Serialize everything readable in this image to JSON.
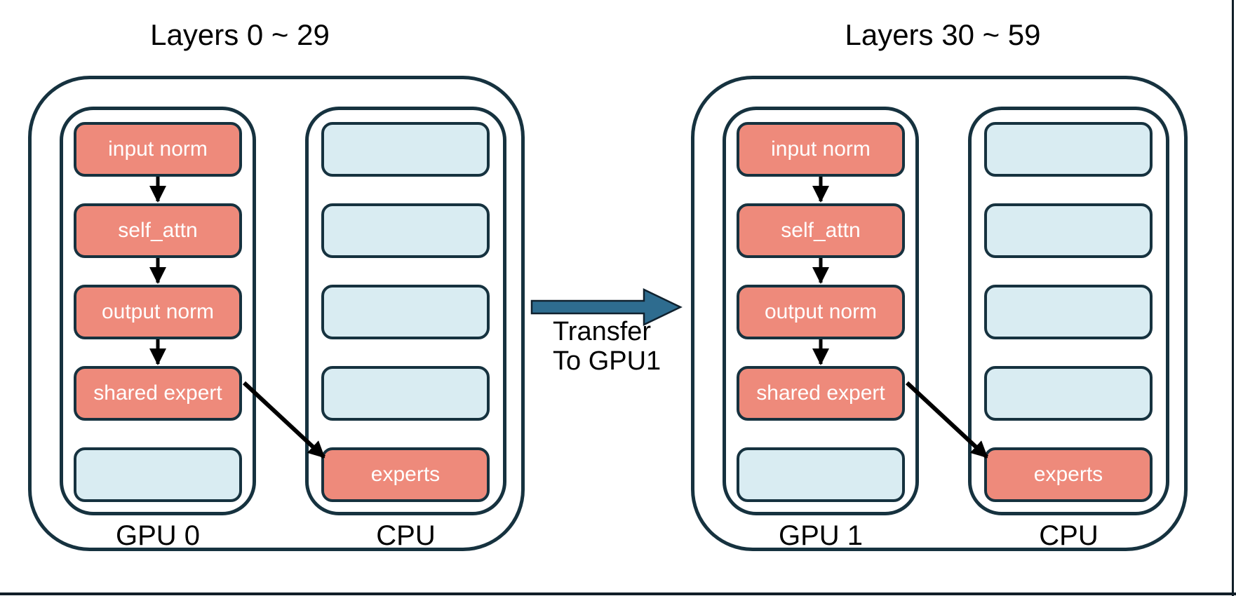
{
  "colors": {
    "module_fill": "#EE8A7B",
    "empty_slot_fill": "#D9ECF2",
    "outline": "#16323F",
    "transfer_arrow_fill": "#2E6C8F",
    "connector": "#000000",
    "background": "#FFFFFF",
    "slide_edge": "#101E28"
  },
  "groups": [
    {
      "title": "Layers 0 ~ 29",
      "gpu": {
        "label": "GPU 0",
        "boxes": [
          {
            "label": "input norm"
          },
          {
            "label": "self_attn"
          },
          {
            "label": "output norm"
          },
          {
            "label": "shared expert"
          },
          {
            "label": ""
          }
        ]
      },
      "cpu": {
        "label": "CPU",
        "boxes": [
          {
            "label": ""
          },
          {
            "label": ""
          },
          {
            "label": ""
          },
          {
            "label": ""
          },
          {
            "label": "experts"
          }
        ]
      }
    },
    {
      "title": "Layers 30 ~ 59",
      "gpu": {
        "label": "GPU 1",
        "boxes": [
          {
            "label": "input norm"
          },
          {
            "label": "self_attn"
          },
          {
            "label": "output norm"
          },
          {
            "label": "shared expert"
          },
          {
            "label": ""
          }
        ]
      },
      "cpu": {
        "label": "CPU",
        "boxes": [
          {
            "label": ""
          },
          {
            "label": ""
          },
          {
            "label": ""
          },
          {
            "label": ""
          },
          {
            "label": "experts"
          }
        ]
      }
    }
  ],
  "transfer": {
    "label_line1": "Transfer",
    "label_line2": "To GPU1"
  }
}
